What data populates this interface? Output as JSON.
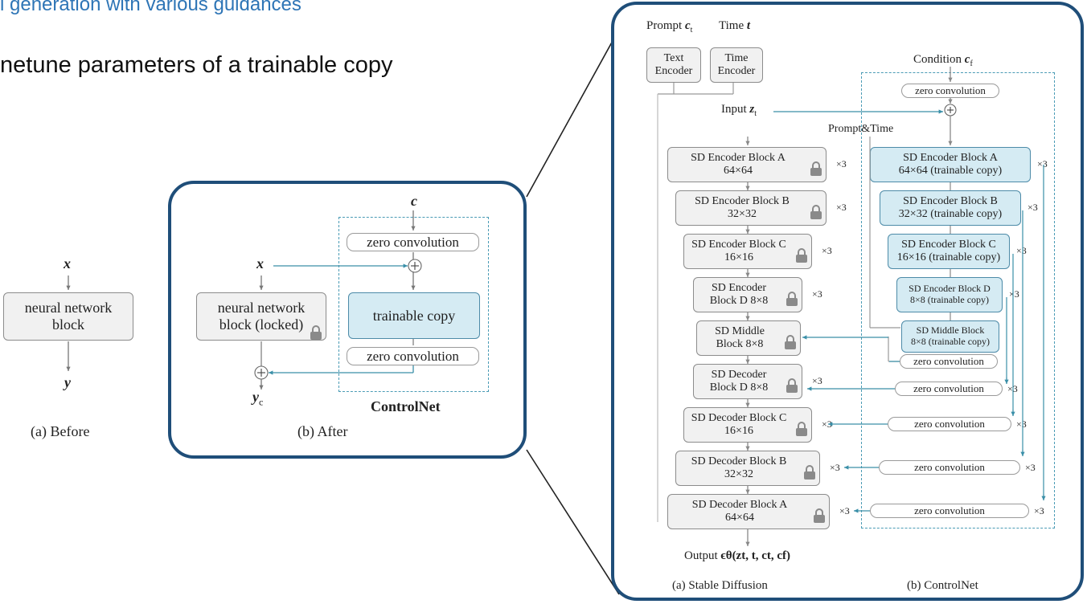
{
  "slide": {
    "subtitle": "l generation with various guidances",
    "bullet": "netune parameters of a trainable copy"
  },
  "fig_before": {
    "input": "x",
    "block": "neural network block",
    "output": "y",
    "caption": "(a) Before"
  },
  "fig_after": {
    "condition": "c",
    "input": "x",
    "locked_block": "neural network block (locked)",
    "zero_conv_top": "zero convolution",
    "trainable": "trainable copy",
    "zero_conv_bottom": "zero convolution",
    "output": "y",
    "output_sub": "c",
    "controlnet_label": "ControlNet",
    "caption": "(b) After"
  },
  "fig_detail": {
    "prompt_label": "Prompt",
    "prompt_sym": "c",
    "prompt_sub": "t",
    "time_label": "Time",
    "time_sym": "t",
    "text_encoder": "Text Encoder",
    "time_encoder": "Time Encoder",
    "condition_label": "Condition",
    "condition_sym": "c",
    "condition_sub": "f",
    "zero_conv_input": "zero convolution",
    "input_label": "Input",
    "input_sym": "z",
    "input_sub": "t",
    "prompt_time": "Prompt&Time",
    "sd_blocks": [
      {
        "name": "SD Encoder Block A",
        "res": "64×64",
        "times": "×3"
      },
      {
        "name": "SD Encoder Block B",
        "res": "32×32",
        "times": "×3"
      },
      {
        "name": "SD Encoder Block C",
        "res": "16×16",
        "times": "×3"
      },
      {
        "name": "SD Encoder",
        "res": "Block D 8×8",
        "times": "×3"
      },
      {
        "name": "SD Middle",
        "res": "Block 8×8",
        "times": ""
      },
      {
        "name": "SD Decoder",
        "res": "Block D 8×8",
        "times": "×3"
      },
      {
        "name": "SD Decoder Block C",
        "res": "16×16",
        "times": "×3"
      },
      {
        "name": "SD Decoder Block B",
        "res": "32×32",
        "times": "×3"
      },
      {
        "name": "SD Decoder Block A",
        "res": "64×64",
        "times": "×3"
      }
    ],
    "cn_blocks": [
      {
        "name": "SD Encoder Block A",
        "res": "64×64 (trainable copy)",
        "times": "×3"
      },
      {
        "name": "SD Encoder Block B",
        "res": "32×32 (trainable copy)",
        "times": "×3"
      },
      {
        "name": "SD Encoder Block C",
        "res": "16×16 (trainable copy)",
        "times": "×3"
      },
      {
        "name": "SD Encoder Block D",
        "res": "8×8 (trainable copy)",
        "times": "×3"
      },
      {
        "name": "SD Middle Block",
        "res": "8×8 (trainable copy)",
        "times": ""
      }
    ],
    "zero_convs": [
      {
        "label": "zero convolution",
        "times": ""
      },
      {
        "label": "zero convolution",
        "times": "×3"
      },
      {
        "label": "zero convolution",
        "times": "×3"
      },
      {
        "label": "zero convolution",
        "times": "×3"
      },
      {
        "label": "zero convolution",
        "times": "×3"
      }
    ],
    "output_label": "Output",
    "output_formula": "ϵθ(zt, t, ct, cf)",
    "caption_sd": "(a) Stable Diffusion",
    "caption_cn": "(b) ControlNet"
  },
  "colors": {
    "panel_border": "#1f4e79",
    "subtitle": "#2e75b6",
    "arrow_teal": "#3a8fa8",
    "control_fill": "#d5ebf3"
  }
}
